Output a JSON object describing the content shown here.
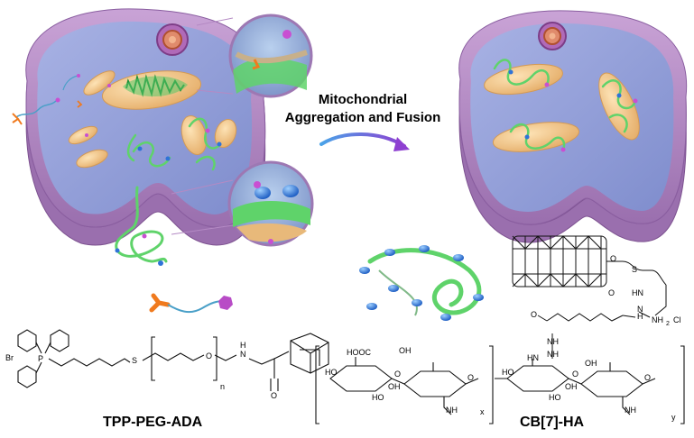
{
  "process_label": {
    "line1": "Mitochondrial",
    "line2": "Aggregation and Fusion"
  },
  "compounds": {
    "left": "TPP-PEG-ADA",
    "right": "CB[7]-HA"
  },
  "chem_text": {
    "br": "Br",
    "p_plus": "P",
    "s1": "S",
    "o1": "O",
    "n_sub": "n",
    "nh1": "N",
    "h1": "H",
    "o_carbonyl": "O",
    "s2": "S",
    "o_amide": "O",
    "hn": "HN",
    "nh_hydrazide": "N",
    "h_hydrazide": "H",
    "nh2cl": "NH",
    "sub2": "2",
    "cl": "Cl",
    "o_chain": "O",
    "nh_link": "NH",
    "nh_link2": "NH",
    "o_link": "O",
    "oh_top": "OH",
    "hooc": "HOOC",
    "ho1": "HO",
    "ho2": "HO",
    "oh1": "OH",
    "nh_a": "NH",
    "x_sub": "x",
    "hn_b": "HN",
    "oh_b": "OH",
    "ho3": "HO",
    "ho4": "HO",
    "oh2": "OH",
    "nh_c": "NH",
    "y_sub": "y",
    "o_ring1": "O",
    "o_ring2": "O",
    "o_ring3": "O",
    "o_ring4": "O"
  },
  "colors": {
    "membrane": "#b48ac4",
    "cytoplasm": "#8f9bd6",
    "mito_fill": "#f0c98a",
    "mito_edge": "#d9a463",
    "green_polymer": "#5fd36a",
    "blue_ring": "#2f73d8",
    "magenta": "#c94fd2",
    "orange_tpp": "#f07a1e",
    "arrow_start": "#4aa3e8",
    "arrow_end": "#8e3fd1"
  }
}
